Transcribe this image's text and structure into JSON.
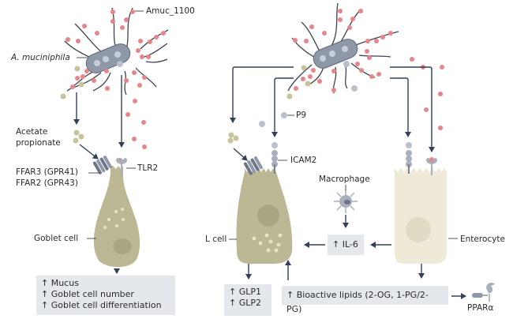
{
  "colors": {
    "bacterium_fill": "#8e98a8",
    "bacterium_stroke": "#5f6877",
    "flagella": "#3d4350",
    "amuc_dot": "#e7868a",
    "scfa_dot": "#c8c29a",
    "p9_dot": "#b9c0cc",
    "goblet_cell": "#bcb895",
    "l_cell": "#bcb895",
    "enterocyte": "#efe9d7",
    "arrow": "#34405a",
    "box_fill": "#e4e7ec"
  },
  "left_panel": {
    "bacterium_label": "A. muciniphila",
    "amuc_label": "Amuc_1100",
    "scfa_label_line1": "Acetate",
    "scfa_label_line2": "propionate",
    "receptor_label_line1": "FFAR3 (GPR41)",
    "receptor_label_line2": "FFAR2 (GPR43)",
    "tlr_label": "TLR2",
    "cell_label": "Goblet cell",
    "outcomes": [
      "↑ Mucus",
      "↑ Goblet cell number",
      "↑ Goblet cell differentiation"
    ]
  },
  "right_panel": {
    "p9_label": "P9",
    "icam_label": "ICAM2",
    "macrophage_label": "Macrophage",
    "l_cell_label": "L cell",
    "enterocyte_label": "Enterocyte",
    "il6_label": "↑ IL-6",
    "glp_outcomes": [
      "↑ GLP1",
      "↑ GLP2"
    ],
    "lipids_label": "↑ Bioactive lipids (2-OG, 1-PG/2-PG)",
    "ppar_label": "PPARα"
  }
}
